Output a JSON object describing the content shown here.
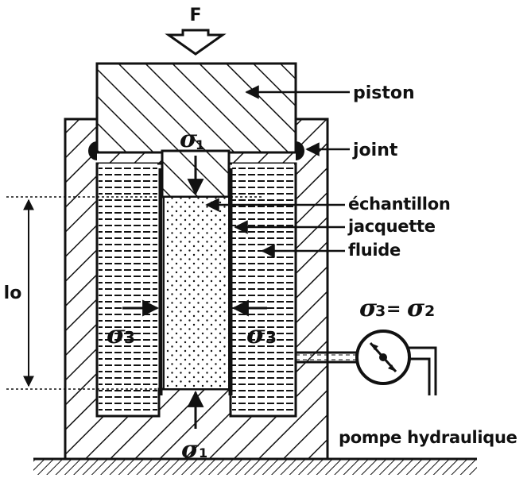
{
  "force": {
    "label": "F"
  },
  "labels": {
    "piston": "piston",
    "joint": "joint",
    "echantillon": "échantillon",
    "jacquette": "jacquette",
    "fluide": "fluide",
    "pompe": "pompe hydraulique"
  },
  "stress": {
    "sigma": "σ",
    "s1": "1",
    "s2": "2",
    "s3": "3",
    "equals": "="
  },
  "dimension": {
    "lo": "lo"
  },
  "colors": {
    "ink": "#111111",
    "paper": "#ffffff"
  }
}
